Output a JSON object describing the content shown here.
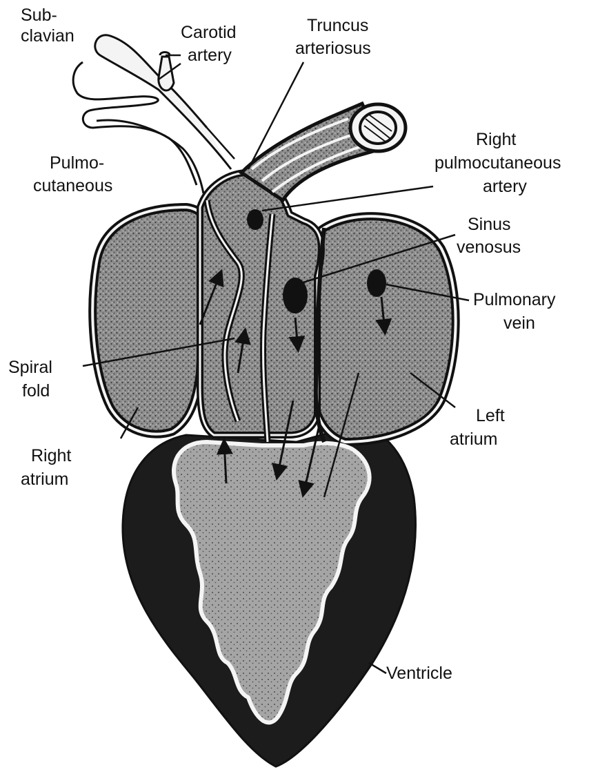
{
  "labels": {
    "subclavian": [
      "Sub-",
      "clavian"
    ],
    "carotid": [
      "Carotid",
      "artery"
    ],
    "truncus": [
      "Truncus",
      "arteriosus"
    ],
    "pulmocutaneous": [
      "Pulmo-",
      "cutaneous"
    ],
    "right_pulmocutaneous": [
      "Right",
      "pulmocutaneous",
      "artery"
    ],
    "sinus_venosus": [
      "Sinus",
      "venosus"
    ],
    "pulmonary_vein": [
      "Pulmonary",
      "vein"
    ],
    "spiral_fold": [
      "Spiral",
      "fold"
    ],
    "left_atrium": [
      "Left",
      "atrium"
    ],
    "right_atrium": [
      "Right",
      "atrium"
    ],
    "ventricle": "Ventricle"
  },
  "colors": {
    "ink": "#111111",
    "ventricle_wall": "#1c1c1c",
    "cavity_fill": "#8e8e8e",
    "vessel_fill": "#f4f4f4"
  }
}
